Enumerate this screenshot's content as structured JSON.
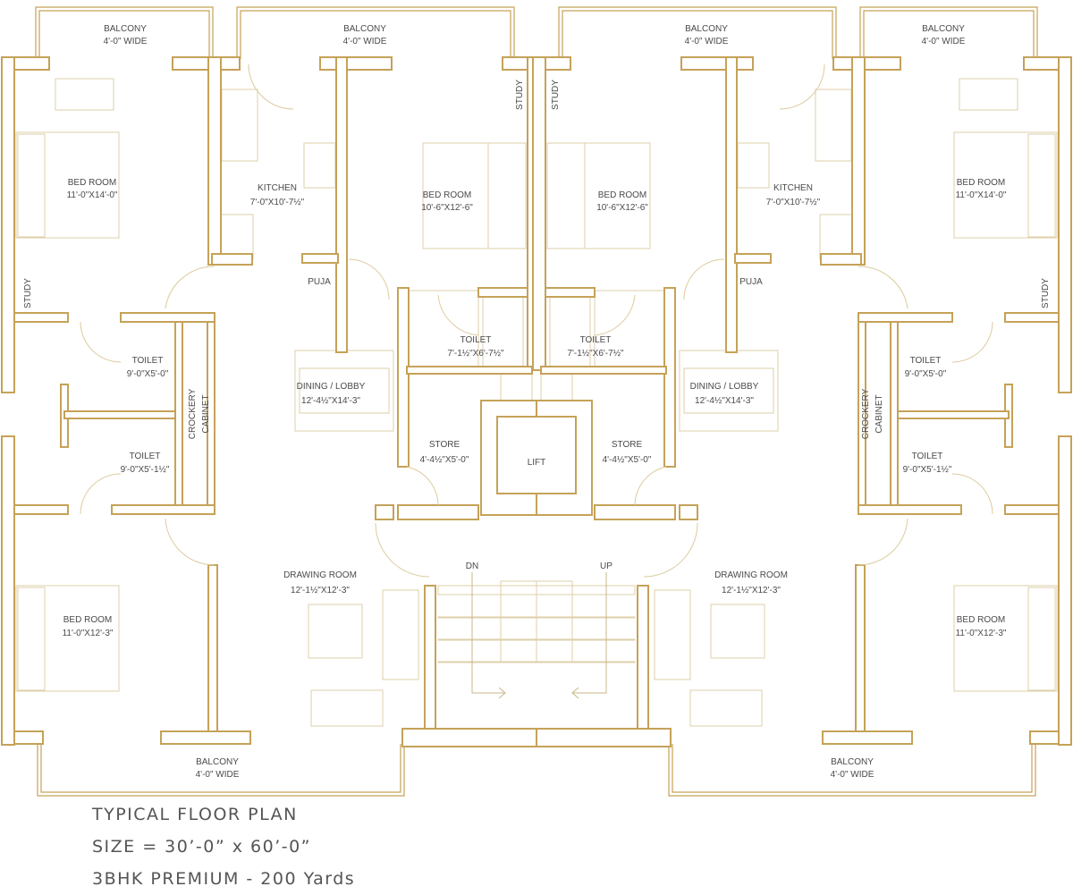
{
  "colors": {
    "wall": "#c5a258",
    "furniture": "#ddcfa8",
    "text": "#4a4a4a"
  },
  "rooms": {
    "balcony_tl": {
      "name": "BALCONY",
      "size": "4'-0\" WIDE"
    },
    "balcony_t2": {
      "name": "BALCONY",
      "size": "4'-0\" WIDE"
    },
    "balcony_t3": {
      "name": "BALCONY",
      "size": "4'-0\" WIDE"
    },
    "balcony_tr": {
      "name": "BALCONY",
      "size": "4'-0\" WIDE"
    },
    "bedroom_tl": {
      "name": "BED ROOM",
      "size": "11'-0\"X14'-0\""
    },
    "kitchen_l": {
      "name": "KITCHEN",
      "size": "7'-0\"X10'-7½\""
    },
    "bedroom_tcl": {
      "name": "BED ROOM",
      "size": "10'-6\"X12'-6\""
    },
    "bedroom_tcr": {
      "name": "BED ROOM",
      "size": "10'-6\"X12'-6\""
    },
    "kitchen_r": {
      "name": "KITCHEN",
      "size": "7'-0\"X10'-7½\""
    },
    "bedroom_tr": {
      "name": "BED ROOM",
      "size": "11'-0\"X14'-0\""
    },
    "study_l": {
      "name": "STUDY"
    },
    "study_cl": {
      "name": "STUDY"
    },
    "study_cr": {
      "name": "STUDY"
    },
    "study_r": {
      "name": "STUDY"
    },
    "puja_l": {
      "name": "PUJA"
    },
    "puja_r": {
      "name": "PUJA"
    },
    "toilet_l1": {
      "name": "TOILET",
      "size": "9'-0\"X5'-0\""
    },
    "toilet_l2": {
      "name": "TOILET",
      "size": "9'-0\"X5'-1½\""
    },
    "crockery_l": {
      "name1": "CROCKERY",
      "name2": "CABINET"
    },
    "dining_l": {
      "name": "DINING / LOBBY",
      "size": "12'-4½\"X14'-3\""
    },
    "toilet_cl": {
      "name": "TOILET",
      "size": "7'-1½\"X6'-7½\""
    },
    "toilet_cr": {
      "name": "TOILET",
      "size": "7'-1½\"X6'-7½\""
    },
    "dining_r": {
      "name": "DINING / LOBBY",
      "size": "12'-4½\"X14'-3\""
    },
    "store_l": {
      "name": "STORE",
      "size": "4'-4½\"X5'-0\""
    },
    "lift": {
      "name": "LIFT"
    },
    "store_r": {
      "name": "STORE",
      "size": "4'-4½\"X5'-0\""
    },
    "toilet_r1": {
      "name": "TOILET",
      "size": "9'-0\"X5'-0\""
    },
    "toilet_r2": {
      "name": "TOILET",
      "size": "9'-0\"X5'-1½\""
    },
    "crockery_r": {
      "name1": "CROCKERY",
      "name2": "CABINET"
    },
    "drawing_l": {
      "name": "DRAWING ROOM",
      "size": "12'-1½\"X12'-3\""
    },
    "drawing_r": {
      "name": "DRAWING ROOM",
      "size": "12'-1½\"X12'-3\""
    },
    "bedroom_bl": {
      "name": "BED ROOM",
      "size": "11'-0\"X12'-3\""
    },
    "bedroom_br": {
      "name": "BED ROOM",
      "size": "11'-0\"X12'-3\""
    },
    "balcony_bl": {
      "name": "BALCONY",
      "size": "4'-0\" WIDE"
    },
    "balcony_br": {
      "name": "BALCONY",
      "size": "4'-0\" WIDE"
    }
  },
  "stairs": {
    "down": "DN",
    "up": "UP"
  },
  "caption": {
    "line1": "TYPICAL FLOOR PLAN",
    "line2": "SIZE = 30’-0” x 60’-0”",
    "line3": "3BHK PREMIUM - 200 Yards"
  }
}
